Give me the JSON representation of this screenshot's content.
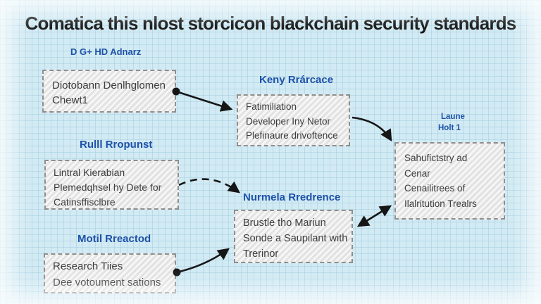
{
  "title": "Comatica this nlost storcicon blackchain security standards",
  "labels": {
    "subtitle": "D G+ HD Adnarz",
    "keny": "Keny Rrárcace",
    "laune_line1": "Laune",
    "laune_line2": "Holt 1",
    "rull": "Rulll Rropunst",
    "numela": "Nurmela Rredrence",
    "motil": "Motil Rreactod"
  },
  "nodes": {
    "diotobann": {
      "lines": [
        "Diotobann Denlhglomen",
        "Chewt1"
      ]
    },
    "familiation": {
      "lines": [
        "Fatimiliation",
        "Developer Iny Netor",
        "Plefinaure drivoftence"
      ]
    },
    "sahufictstry": {
      "lines": [
        "Sahufictstry ad",
        "Cenar",
        "Cenailitrees of",
        "Ilalritution Trealrs"
      ]
    },
    "lintral": {
      "lines": [
        "Lintral Kierabian",
        "Plemedqhsel hy Dete for",
        "Catinsffisclbre"
      ]
    },
    "research": {
      "lines": [
        "Research Tiies",
        "Dee votoument sations"
      ]
    },
    "brustle": {
      "lines": [
        "Brustle tho Mariun",
        "Sonde a Saupilant with",
        "Trerinor"
      ]
    }
  },
  "connections": [
    {
      "from": "diotobann",
      "to": "familiation",
      "style": "solid",
      "start_dot": true
    },
    {
      "from": "familiation",
      "to": "sahufictstry",
      "style": "solid-curved",
      "start_dot": false
    },
    {
      "from": "lintral",
      "to": "numela-label",
      "style": "dashed-curved",
      "start_dot": false
    },
    {
      "from": "research",
      "to": "brustle",
      "style": "solid-curved",
      "start_dot": true
    },
    {
      "from": "brustle",
      "to": "sahufictstry",
      "style": "double-arrow",
      "start_dot": false
    }
  ],
  "colors": {
    "background": "#d2eaf3",
    "grid_line": "#9ecbe0",
    "label_blue": "#1d52a8",
    "title_text": "#0e0e0e",
    "box_fill": "#eaeaea",
    "box_border": "#8f8f8f",
    "box_text": "#3d3d3d",
    "arrow": "#161616"
  }
}
